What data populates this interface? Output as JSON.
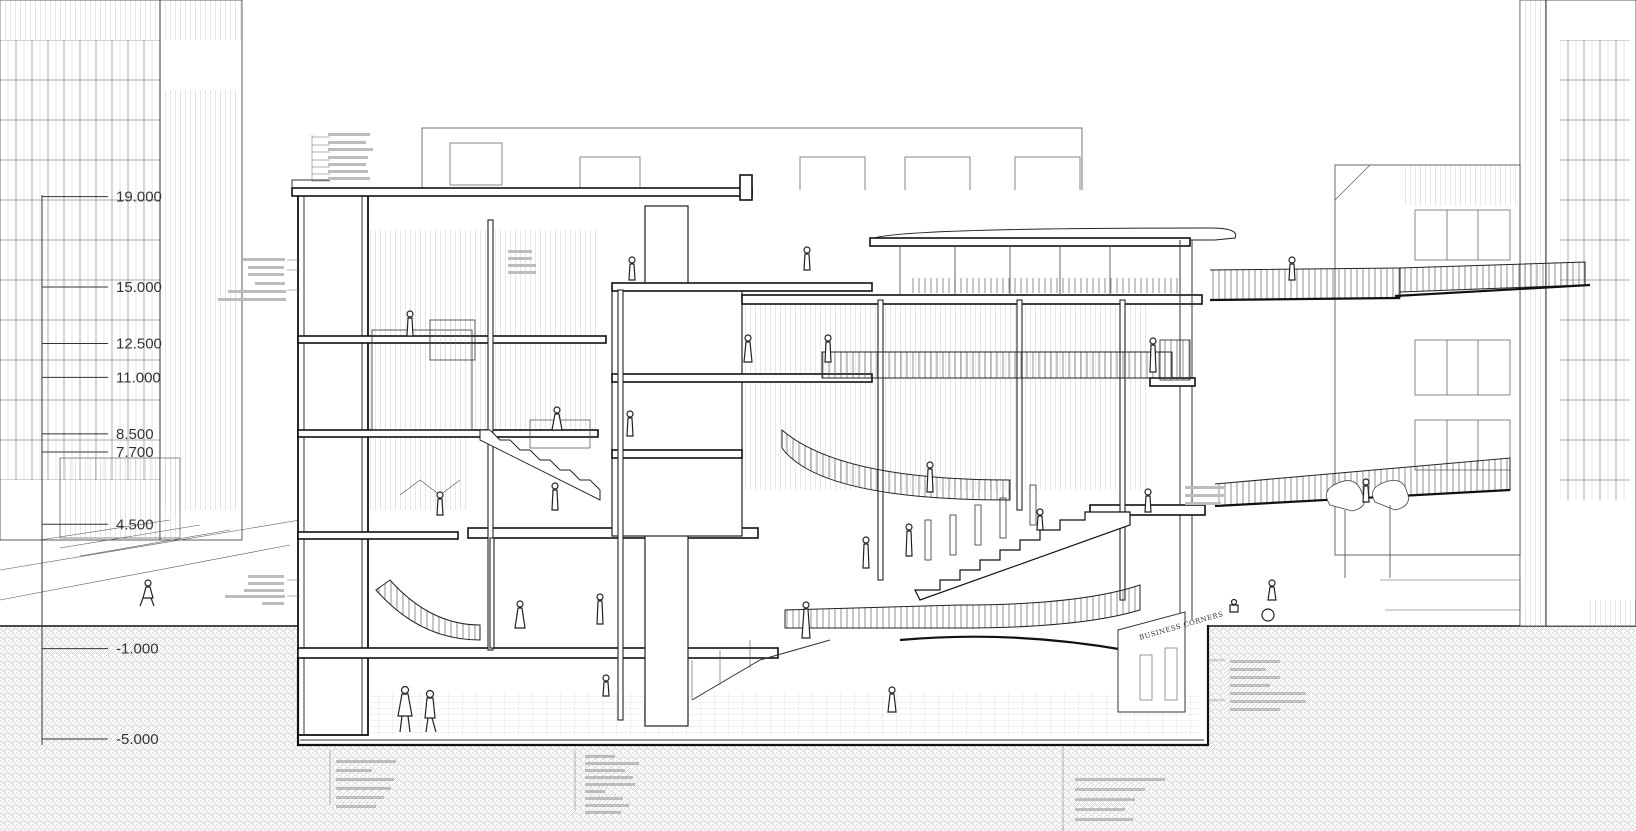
{
  "levels": [
    {
      "label": "19.000",
      "elevation": 19.0
    },
    {
      "label": "15.000",
      "elevation": 15.0
    },
    {
      "label": "12.500",
      "elevation": 12.5
    },
    {
      "label": "11.000",
      "elevation": 11.0
    },
    {
      "label": "8.500",
      "elevation": 8.5
    },
    {
      "label": "7.700",
      "elevation": 7.7
    },
    {
      "label": "4.500",
      "elevation": 4.5
    },
    {
      "label": "-1.000",
      "elevation": -1.0
    },
    {
      "label": "-5.000",
      "elevation": -5.0
    }
  ],
  "signage": {
    "text": "BUSINESS CORNERS"
  },
  "colors": {
    "line": "#222222",
    "ground_hatch": "#9a9a9a",
    "background": "#ffffff"
  }
}
